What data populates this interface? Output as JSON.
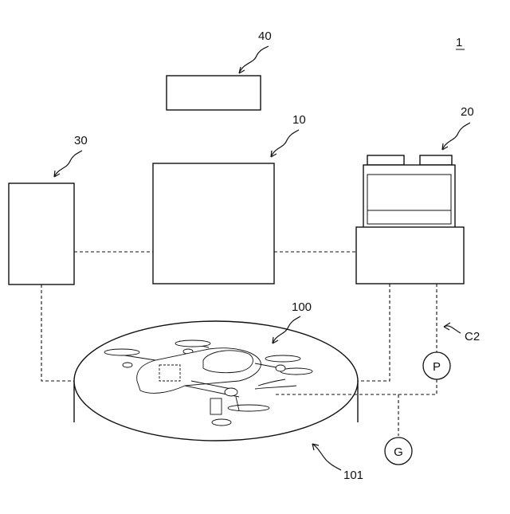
{
  "labels": {
    "system": "1",
    "server": "10",
    "station": "20",
    "terminal": "30",
    "display": "40",
    "drone": "100",
    "pad": "101",
    "path_c2": "C2"
  },
  "symbols": {
    "pump": "P",
    "generator": "G"
  }
}
